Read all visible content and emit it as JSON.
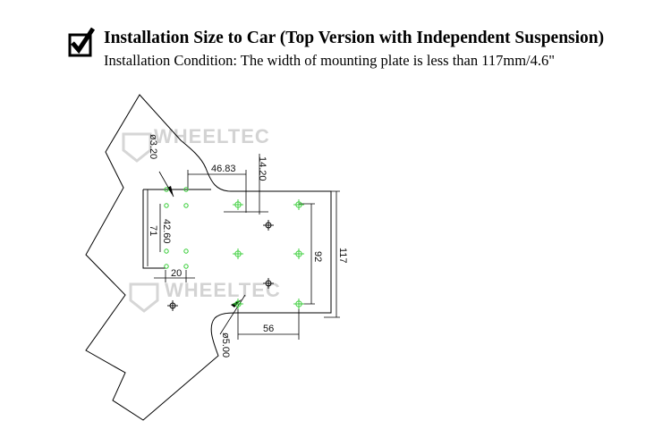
{
  "header": {
    "icon": "checkbox-checked-icon",
    "title": "Installation Size to Car (Top Version with Independent Suspension)",
    "subtitle": "Installation Condition: The width of mounting plate is less than 117mm/4.6\""
  },
  "drawing": {
    "stroke_color": "#000000",
    "hole_color": "#33cc33",
    "watermark_top": "WHEELTEC",
    "watermark_bottom": "WHEELTEC",
    "dimensions": {
      "hole_small": "ø3.20",
      "hole_large": "ø5.00",
      "d_46_83": "46.83",
      "d_14_20": "14.20",
      "d_42_60": "42.60",
      "d_71": "71",
      "d_20": "20",
      "d_92": "92",
      "d_117": "117",
      "d_56": "56"
    }
  }
}
